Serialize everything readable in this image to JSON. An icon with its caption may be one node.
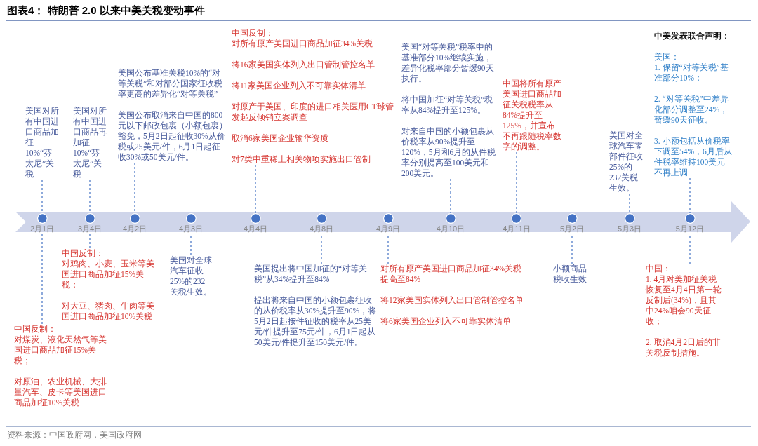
{
  "diagram": {
    "title": "图表4： 特朗普 2.0 以来中美关税变动事件",
    "nodes": [
      {
        "text": [
          "美国对所有中国进口商品加征10%“芬太尼”关税"
        ]
      },
      {
        "text": [
          "美国对所有中国进口商品再加征10%“芬太尼”关税"
        ]
      },
      {
        "text": [
          "美国公布基准关税10%的“对等关税”和对部分国家征收税率更高的差异化“对等关税”",
          "美国公布取消来自中国的800元以下邮政包裹（小额包裹）豁免，5月2日起征收30%从价税或25美元/件，6月1日起征收30%或50美元/件。"
        ]
      },
      {
        "text": [
          "中国反制：",
          "对所有原产美国进口商品加征34%关税",
          "将16家美国实体列入出口管制管控名单",
          "将11家美国企业列入不可靠实体清单",
          "对原产于美国、印度的进口相关医用CT球管发起反倾销立案调查",
          "取消6家美国企业输华资质",
          "对7类中重稀土相关物项实施出口管制"
        ]
      },
      {
        "text": [
          "美国“对等关税”税率中的基准部分10%继续实施，差异化税率部分暂缓90天执行。",
          "将中国加征“对等关税”税率从84%提升至125%。",
          "对来自中国的小额包裹从价税率从90%提升至120%，5月和6月的从件税率分别提高至100美元和200美元。"
        ]
      },
      {
        "text": [
          "中国将所有原产美国进口商品加征关税税率从84%提升至125%，并宣布不再跟随税率数字的调整。"
        ]
      },
      {
        "text": [
          "美国对全球汽车零部件征收25%的232关税生效。"
        ]
      },
      {
        "text": [
          "中美发表联合声明：",
          "美国：",
          "1. 保留“对等关税”基准部分10%；",
          "2. “对等关税”中差异化部分调整至24%，暂缓90天征收。",
          "3. 小额包括从价税率下调至54%，6月后从件税率维持100美元不再上调"
        ]
      },
      {
        "text": [
          "2月1日"
        ]
      },
      {
        "text": [
          "3月4日"
        ]
      },
      {
        "text": [
          "4月2日"
        ]
      },
      {
        "text": [
          "4月3日"
        ]
      },
      {
        "text": [
          "4月4日"
        ]
      },
      {
        "text": [
          "4月8日"
        ]
      },
      {
        "text": [
          "4月9日"
        ]
      },
      {
        "text": [
          "4月10日"
        ]
      },
      {
        "text": [
          "4月11日"
        ]
      },
      {
        "text": [
          "5月2日"
        ]
      },
      {
        "text": [
          "5月3日"
        ]
      },
      {
        "text": [
          "5月12日"
        ]
      },
      {
        "text": [
          "中国反制：",
          "对煤炭、液化天然气等美国进口商品加征15%关税；",
          "对原油、农业机械、大排量汽车、皮卡等美国进口商品加征10%关税"
        ]
      },
      {
        "text": [
          "中国反制：",
          "对鸡肉、小麦、玉米等美国进口商品加征15%关税；",
          "对大豆、猪肉、牛肉等美国进口商品加征10%关税"
        ]
      },
      {
        "text": [
          "美国对全球汽车征收25%的232关税生效。"
        ]
      },
      {
        "text": [
          "美国提出将中国加征的“对等关税”从34%提升至84%",
          "提出将来自中国的小额包裹征收的从价税率从30%提升至90%，将5月2日起按件征收的税率从25美元/件提升至75元/件，6月1日起从50美元/件提升至150美元/件。"
        ]
      },
      {
        "text": [
          "对所有原产美国进口商品加征34%关税提高至84%",
          "将12家美国实体列入出口管制管控名单",
          "将6家美国企业列入不可靠实体清单"
        ]
      },
      {
        "text": [
          "小额商品税收生效"
        ]
      },
      {
        "text": [
          "中国：",
          "1. 4月对美加征关税恢复至4月4日第一轮反制后(34%)，且其中24%咱会90天征收；",
          "2. 取消4月2日后的非关税反制措施。"
        ]
      }
    ],
    "edges": [
      {
        "from": 0,
        "to": 8,
        "arrow": "none",
        "style": "dashed"
      },
      {
        "from": 1,
        "to": 9,
        "arrow": "none",
        "style": "dashed"
      },
      {
        "from": 2,
        "to": 10,
        "arrow": "none",
        "style": "dashed"
      },
      {
        "from": 3,
        "to": 12,
        "arrow": "none",
        "style": "dashed"
      },
      {
        "from": 4,
        "to": 15,
        "arrow": "none",
        "style": "dashed"
      },
      {
        "from": 5,
        "to": 16,
        "arrow": "none",
        "style": "dashed"
      },
      {
        "from": 6,
        "to": 18,
        "arrow": "none",
        "style": "dashed"
      },
      {
        "from": 7,
        "to": 19,
        "arrow": "none",
        "style": "dashed"
      },
      {
        "from": 20,
        "to": 8,
        "arrow": "none",
        "style": "dashed"
      },
      {
        "from": 21,
        "to": 9,
        "arrow": "none",
        "style": "dashed"
      },
      {
        "from": 22,
        "to": 11,
        "arrow": "none",
        "style": "dashed"
      },
      {
        "from": 23,
        "to": 13,
        "arrow": "none",
        "style": "dashed"
      },
      {
        "from": 24,
        "to": 14,
        "arrow": "none",
        "style": "dashed"
      },
      {
        "from": 25,
        "to": 17,
        "arrow": "none",
        "style": "dashed"
      },
      {
        "from": 26,
        "to": 19,
        "arrow": "none",
        "style": "dashed"
      }
    ],
    "labels": [
      "资料来源：中国政府网，美国政府网"
    ]
  }
}
